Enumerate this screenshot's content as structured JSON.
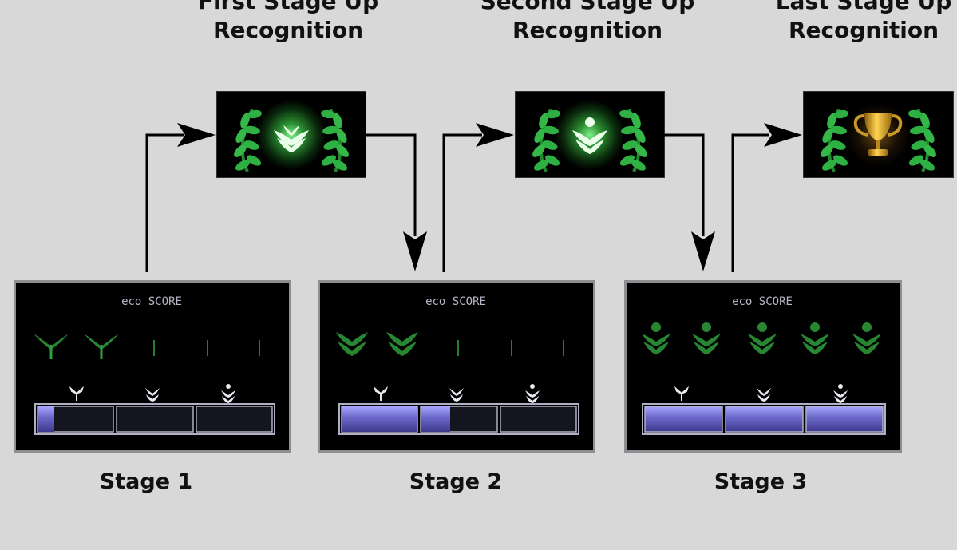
{
  "recognitions": [
    {
      "line1": "First Stage Up",
      "line2": "Recognition",
      "icon": "sprout-emblem-icon"
    },
    {
      "line1": "Second Stage Up",
      "line2": "Recognition",
      "icon": "bud-emblem-icon"
    },
    {
      "line1": "Last Stage Up",
      "line2": "Recognition",
      "icon": "trophy-icon"
    }
  ],
  "stages": [
    {
      "label": "Stage 1",
      "screen_title": "eco SCORE",
      "bar_fill": [
        0.22,
        0,
        0
      ]
    },
    {
      "label": "Stage 2",
      "screen_title": "eco SCORE",
      "bar_fill": [
        1,
        0.38,
        0
      ]
    },
    {
      "label": "Stage 3",
      "screen_title": "eco SCORE",
      "bar_fill": [
        1,
        1,
        1
      ]
    }
  ],
  "colors": {
    "background": "#d8d8d9",
    "leaf_green": "#2f9e3c",
    "bar_fill": "#6b67c9",
    "panel_border": "#8d8d92"
  }
}
